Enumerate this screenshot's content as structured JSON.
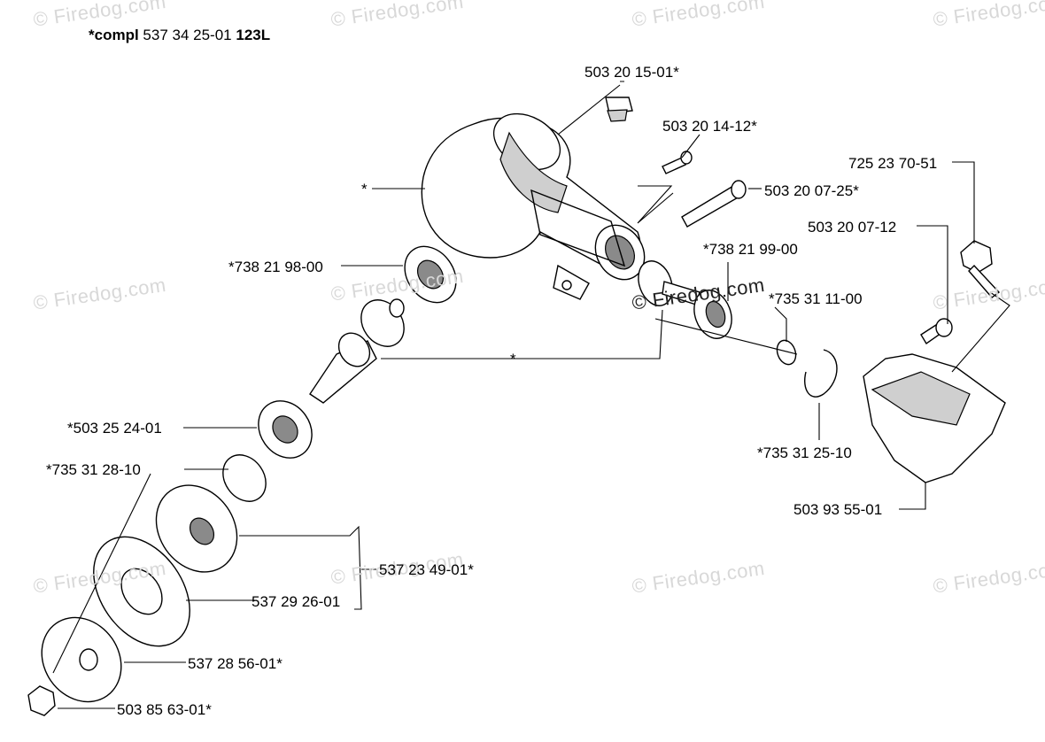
{
  "title": {
    "prefix": "*compl",
    "number": "537 34 25-01",
    "model": "123L"
  },
  "watermark": "© Firedog.com",
  "labels": {
    "plug": "503 20 15-01*",
    "screw_small": "503 20 14-12*",
    "screw_long": "503 20 07-25*",
    "bolt_guard": "725 23 70-51",
    "screw_guard": "503 20 07-12",
    "housing": "*",
    "bearing_top": "*738 21 98-00",
    "bearing_right": "*738 21 99-00",
    "ring_right_small": "*735 31 11-00",
    "gear_pair": "*",
    "bearing_bottom": "*503 25 24-01",
    "ring_left": "*735 31 28-10",
    "ring_right_large": "*735 31 25-10",
    "guard": "503 93 55-01",
    "kit": "537 23 49-01*",
    "washer_large": "537 29 26-01",
    "cup": "537 28 56-01*",
    "nut": "503 85 63-01*"
  }
}
